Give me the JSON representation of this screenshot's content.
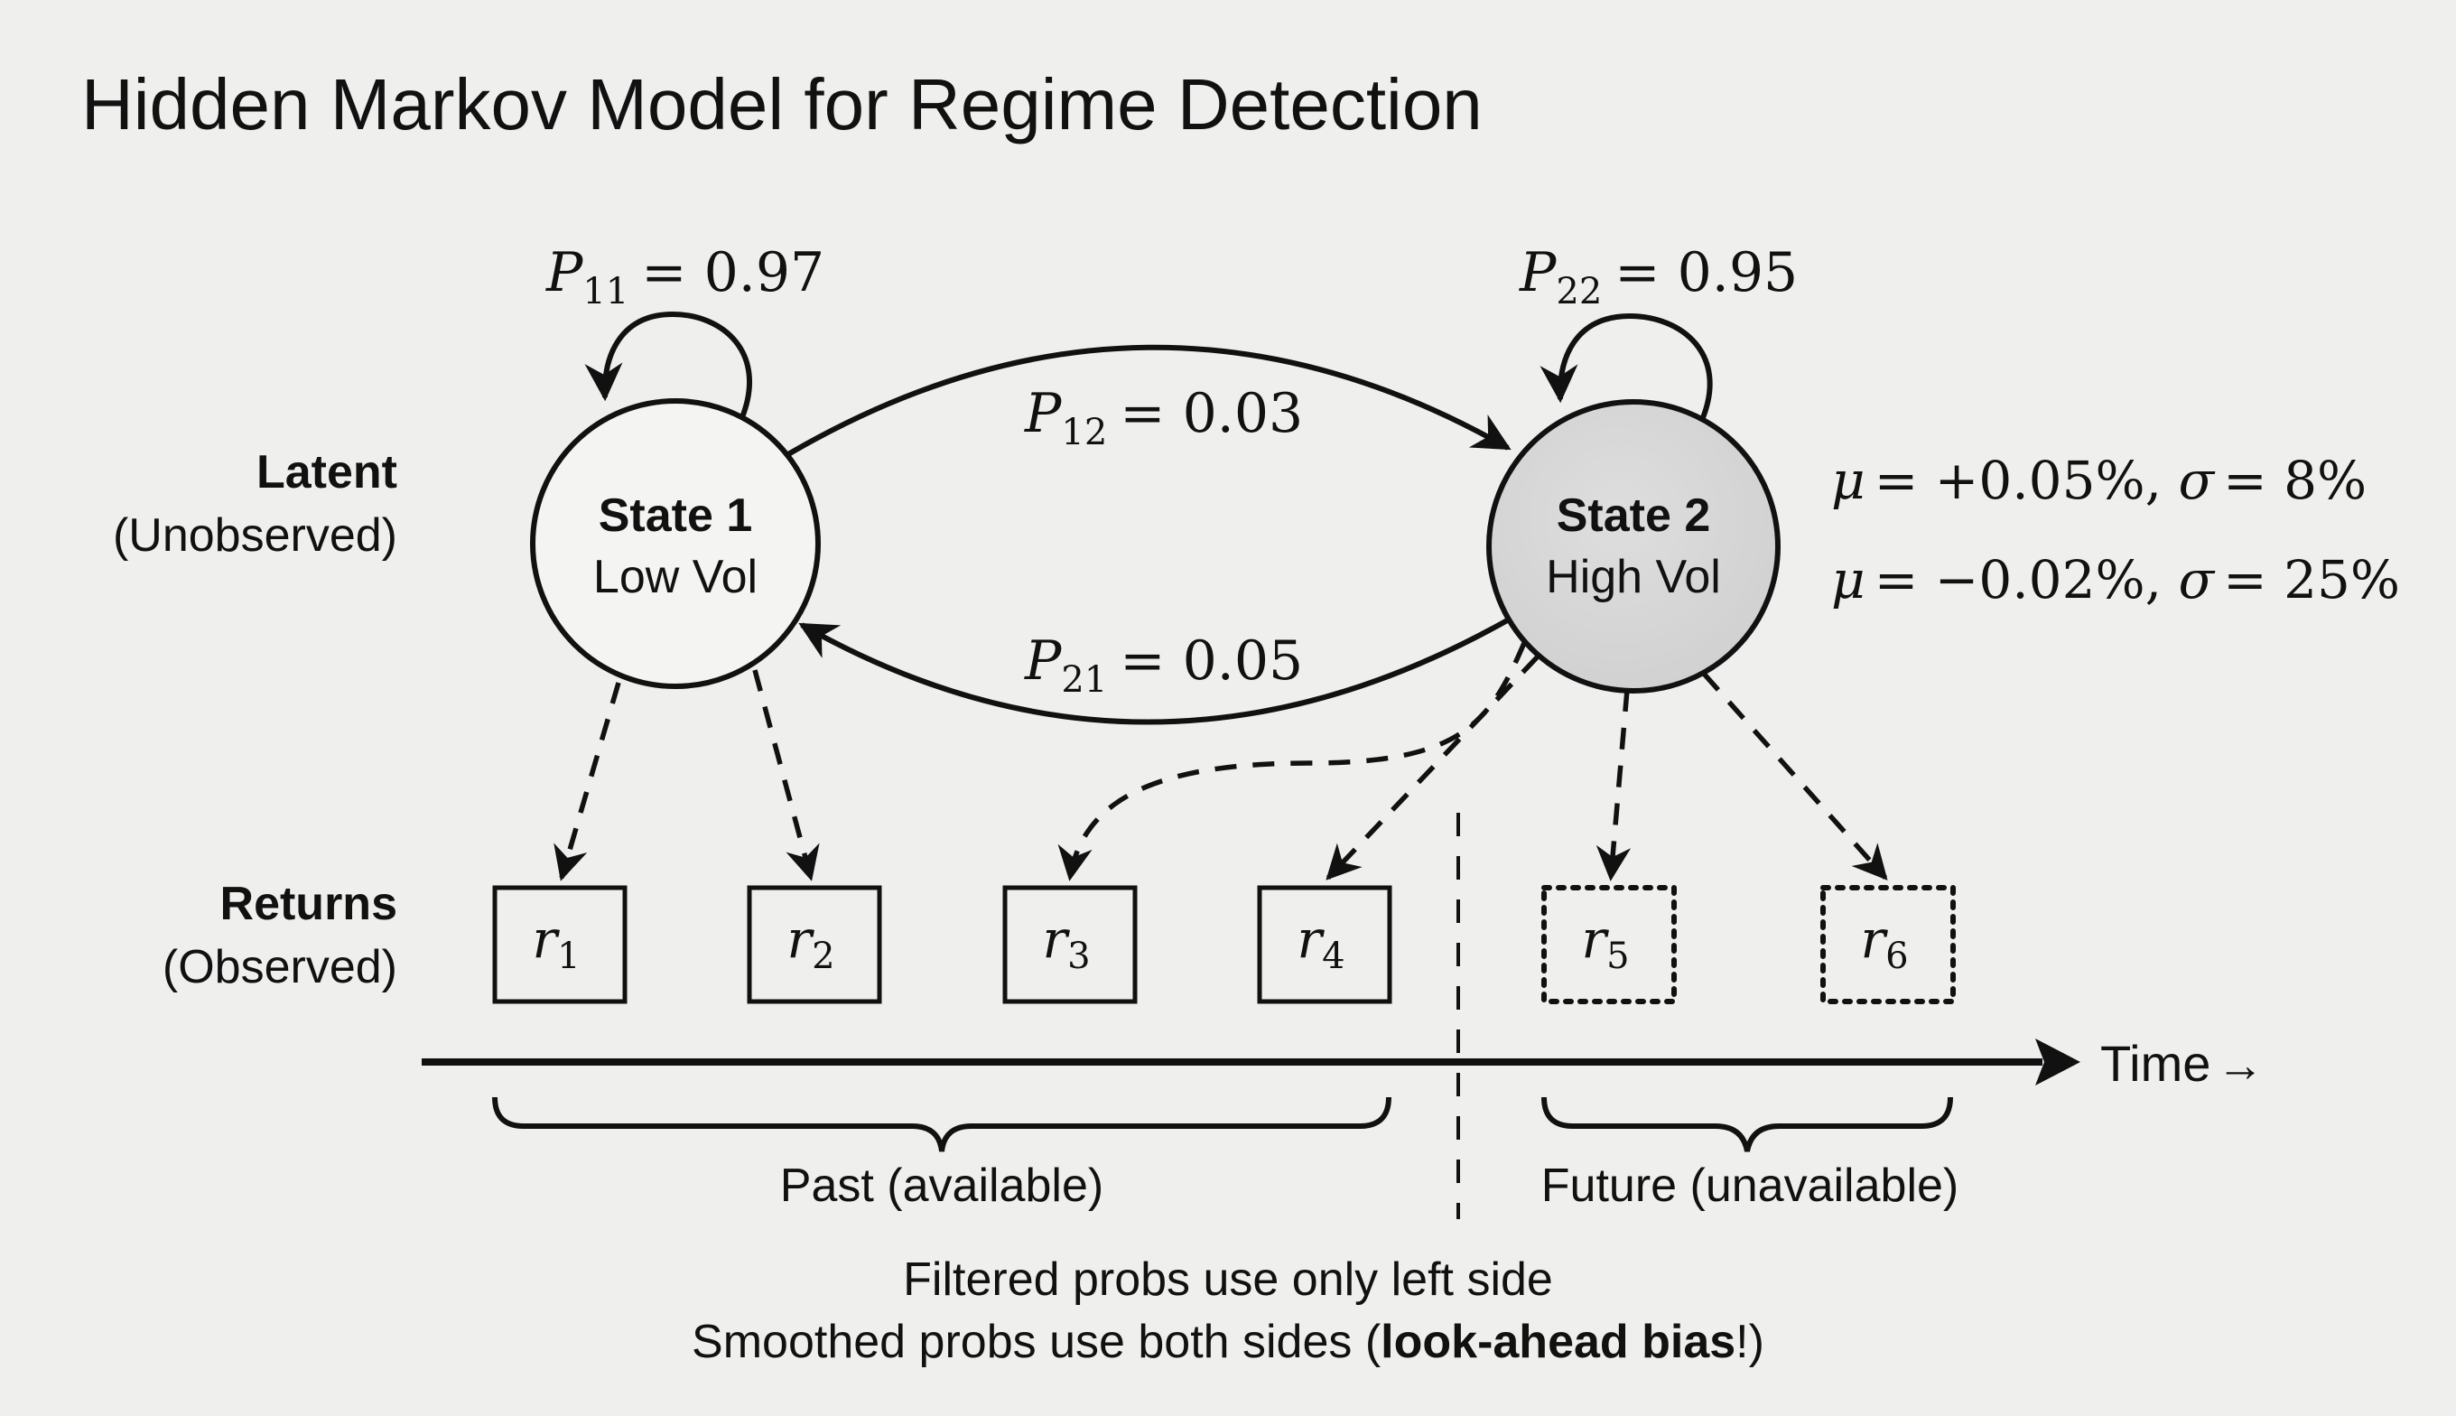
{
  "title": "Hidden Markov Model for Regime Detection",
  "row_labels": {
    "latent": {
      "title": "Latent",
      "subtitle": "(Unobserved)"
    },
    "returns": {
      "title": "Returns",
      "subtitle": "(Observed)"
    }
  },
  "states": [
    {
      "id": "state-1",
      "title": "State 1",
      "subtitle": "Low Vol",
      "fill": "#f4f4f2"
    },
    {
      "id": "state-2",
      "title": "State 2",
      "subtitle": "High Vol",
      "fill": "#d9d9d9"
    }
  ],
  "transitions": {
    "p11": {
      "symbol": "P",
      "sub": "11",
      "value": "= 0.97"
    },
    "p22": {
      "symbol": "P",
      "sub": "22",
      "value": "= 0.95"
    },
    "p12": {
      "symbol": "P",
      "sub": "12",
      "value": "= 0.03"
    },
    "p21": {
      "symbol": "P",
      "sub": "21",
      "value": "= 0.05"
    }
  },
  "parameters": [
    {
      "mu": "μ",
      "mu_value": "= +0.05%, ",
      "sigma": "σ",
      "sigma_value": "= 8%"
    },
    {
      "mu": "μ",
      "mu_value": "= −0.02%, ",
      "sigma": "σ",
      "sigma_value": "= 25%"
    }
  ],
  "returns": [
    {
      "symbol": "r",
      "sub": "1",
      "observed": true
    },
    {
      "symbol": "r",
      "sub": "2",
      "observed": true
    },
    {
      "symbol": "r",
      "sub": "3",
      "observed": true
    },
    {
      "symbol": "r",
      "sub": "4",
      "observed": true
    },
    {
      "symbol": "r",
      "sub": "5",
      "observed": false
    },
    {
      "symbol": "r",
      "sub": "6",
      "observed": false
    }
  ],
  "timeline": {
    "axis_label": "Time",
    "axis_arrow": "→",
    "past_label": "Past (available)",
    "future_label": "Future (unavailable)"
  },
  "notes": {
    "line1": "Filtered probs use only left side",
    "line2_prefix": "Smoothed probs use both sides (",
    "line2_bold": "look-ahead bias",
    "line2_suffix": "!)"
  }
}
